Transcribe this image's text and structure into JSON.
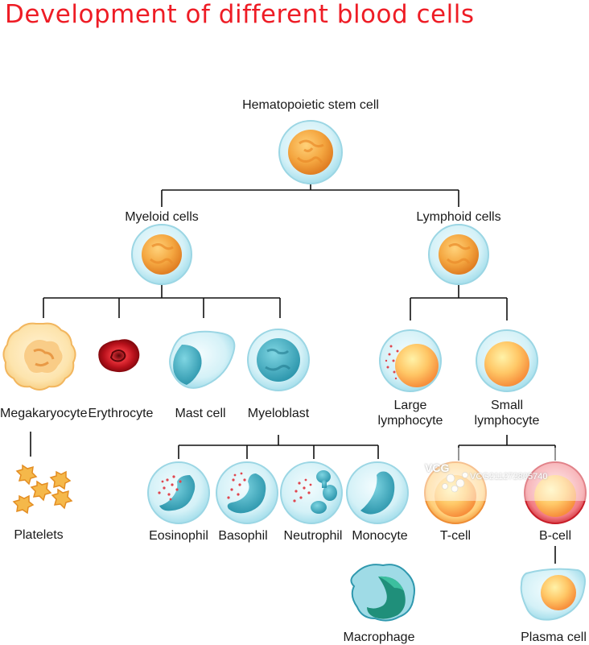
{
  "title": "Development of different blood cells",
  "labels": {
    "stem": "Hematopoietic stem cell",
    "myeloid": "Myeloid cells",
    "lymphoid": "Lymphoid cells",
    "megakaryocyte": "Megakaryocyte",
    "erythrocyte": "Erythrocyte",
    "mast": "Mast cell",
    "myeloblast": "Myeloblast",
    "large_lymph_1": "Large",
    "large_lymph_2": "lymphocyte",
    "small_lymph_1": "Small",
    "small_lymph_2": "lymphocyte",
    "platelets": "Platelets",
    "eosinophil": "Eosinophil",
    "basophil": "Basophil",
    "neutrophil": "Neutrophil",
    "monocyte": "Monocyte",
    "tcell": "T-cell",
    "bcell": "B-cell",
    "macrophage": "Macrophage",
    "plasma": "Plasma cell"
  },
  "watermark": {
    "logo": "VCG",
    "text": "VCG211272805740"
  },
  "colors": {
    "title": "#ee1c25",
    "membrane": "#bfe9f2",
    "nucleus_orange": "#f2a23c",
    "cyan_nucleus": "#49b6c8",
    "erythrocyte": "#c8141c"
  }
}
